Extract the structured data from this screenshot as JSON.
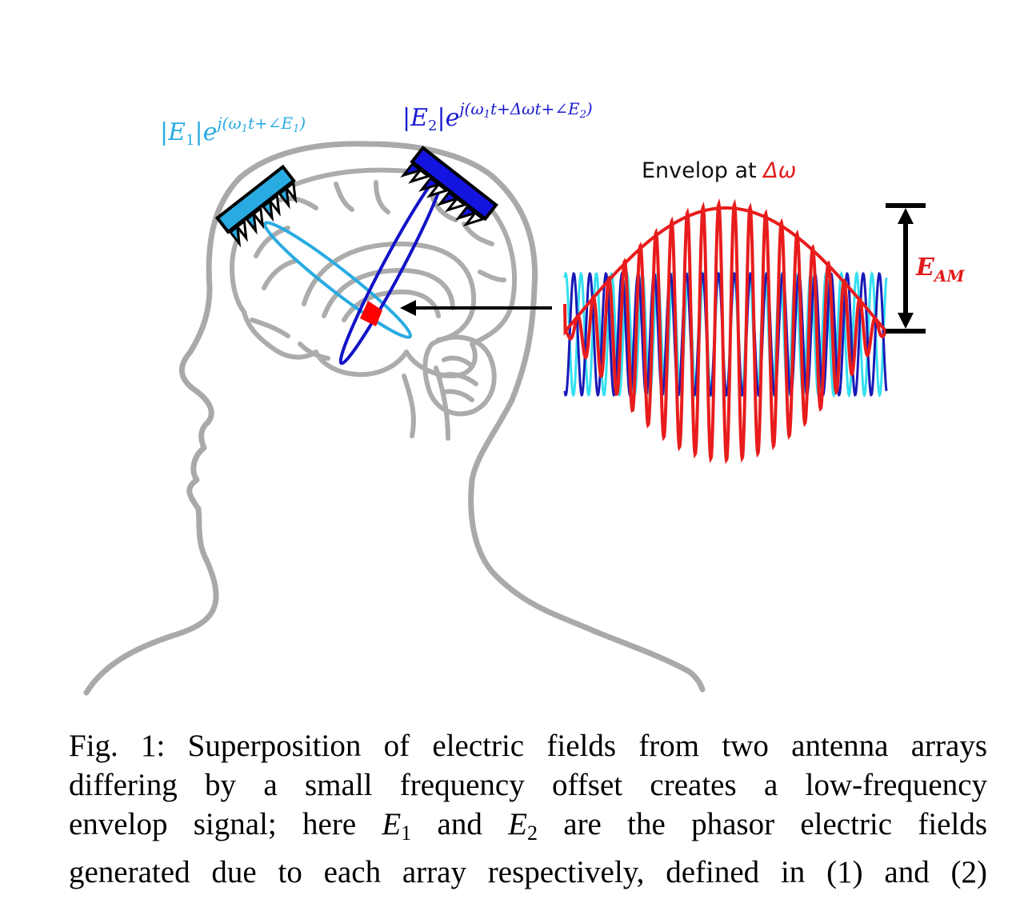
{
  "figure": {
    "labels": {
      "e1_magnitude": "|E",
      "e1_sub": "1",
      "e1_mid": "|e",
      "e1_exponent": "j(ω",
      "e1_exp_sub": "1",
      "e1_exp_tail": "t+∠E",
      "e1_exp_tail_sub": "1",
      "e1_exp_close": ")",
      "e2_magnitude": "|E",
      "e2_sub": "2",
      "e2_mid": "|e",
      "e2_exponent": "j(ω",
      "e2_exp_sub": "1",
      "e2_exp_tail": "t+Δωt+∠E",
      "e2_exp_tail_sub": "2",
      "e2_exp_close": ")",
      "envelope_text": "Envelop at ",
      "envelope_symbol": "Δω",
      "eam_main": "E",
      "eam_sub": "AM"
    },
    "colors": {
      "array1": "#29abe2",
      "array2": "#1414e0",
      "beam1": "#29abe2",
      "beam2": "#1212c8",
      "focus": "#ff0000",
      "head_outline": "#a9a9a9",
      "wave_cyan": "#33e0f0",
      "wave_blue": "#1a1ab8",
      "wave_red": "#e81c1c",
      "eam_text": "#e01b1b"
    },
    "arrays": [
      {
        "name": "array-1",
        "elements": 4
      },
      {
        "name": "array-2",
        "elements": 4
      }
    ]
  },
  "caption": {
    "line1": "Fig. 1: Superposition of electric fields from two antenna arrays",
    "line2": "differing by a small frequency offset creates a low-frequency",
    "line3_a": "envelop signal; here ",
    "line3_e1": "E",
    "line3_e1_sub": "1",
    "line3_b": " and ",
    "line3_e2": "E",
    "line3_e2_sub": "2",
    "line3_c": " are the phasor electric fields",
    "line4": "generated due to each array respectively, defined in (1) and (2)"
  }
}
